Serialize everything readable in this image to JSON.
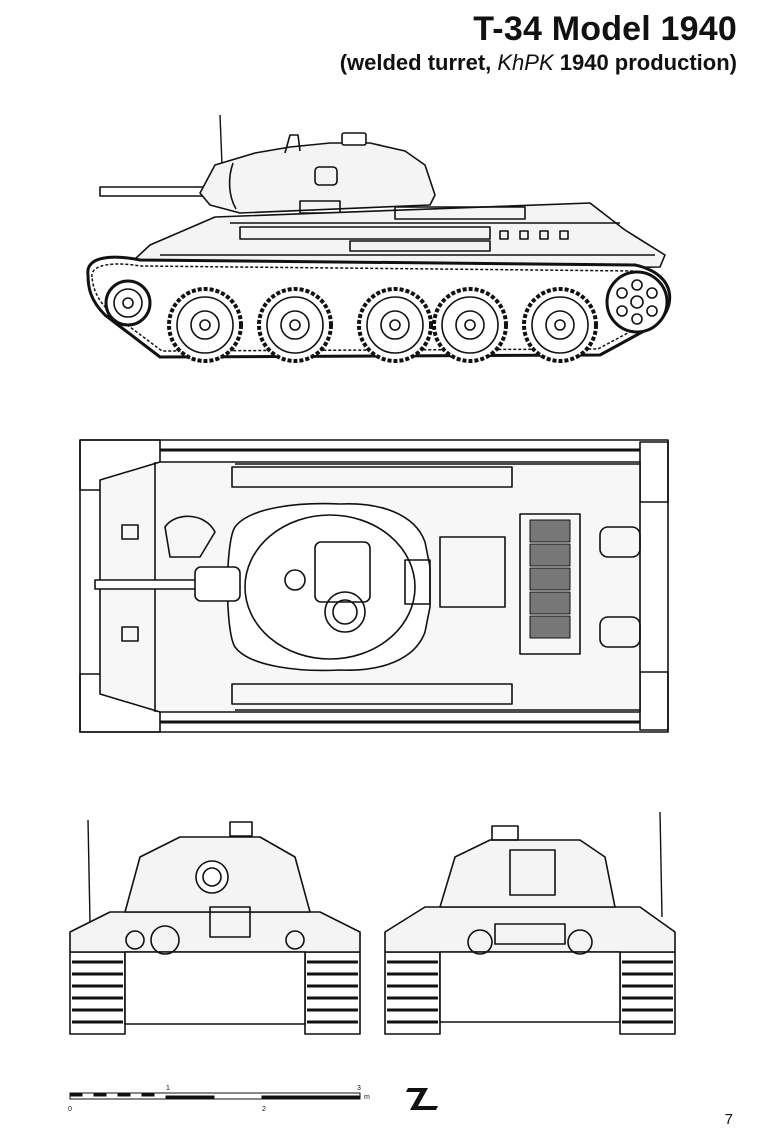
{
  "header": {
    "title": "T-34 Model 1940",
    "subtitle_prefix": "(welded turret, ",
    "subtitle_italic": "KhPK",
    "subtitle_suffix": " 1940 production)"
  },
  "views": [
    "side-view",
    "top-view",
    "front-view",
    "rear-view"
  ],
  "scale_bar": {
    "labels": [
      "0",
      "1",
      "2",
      "3"
    ],
    "unit": "m"
  },
  "publisher_logo": "publisher-logo-icon",
  "page_number": "7"
}
